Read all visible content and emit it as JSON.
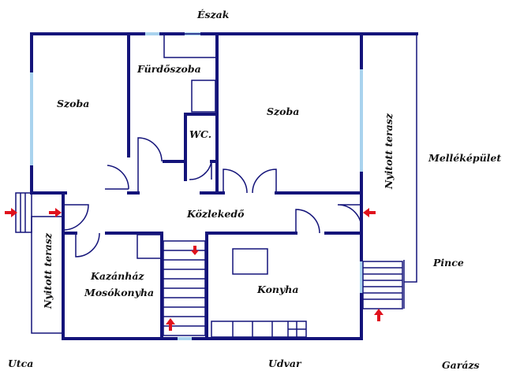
{
  "labels": {
    "north": "Észak",
    "room_left": "Szoba",
    "bathroom": "Fürdőszoba",
    "room_right": "Szoba",
    "wc": "WC.",
    "open_terrace_right": "Nyitott terasz",
    "outbuilding": "Melléképület",
    "corridor": "Közlekedő",
    "open_terrace_left": "Nyitott terasz",
    "cellar": "Pince",
    "boiler_room": "Kazánház",
    "utility_kitchen": "Mosókonyha",
    "kitchen": "Konyha",
    "street": "Utca",
    "yard": "Udvar",
    "garage": "Garázs"
  },
  "colors": {
    "wall": "#14147a",
    "window": "#a9d3ee",
    "entrance_arrow": "#e0121d",
    "text": "#111111"
  },
  "icons": {
    "entrance": "red-arrow-icon",
    "stairs_down": "down-arrow-icon"
  }
}
